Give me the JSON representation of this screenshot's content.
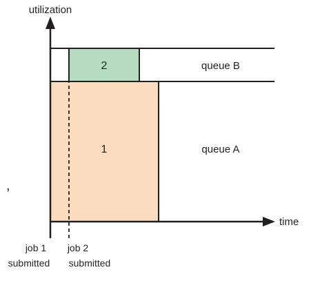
{
  "axes": {
    "y_label": "utilization",
    "x_label": "time"
  },
  "queues": {
    "b_label": "queue B",
    "a_label": "queue A"
  },
  "jobs": [
    {
      "label": "1",
      "color": "#fbdcbe"
    },
    {
      "label": "2",
      "color": "#b6dcbf"
    }
  ],
  "events": [
    {
      "line1": "job 1",
      "line2": "submitted"
    },
    {
      "line1": "job 2",
      "line2": "submitted"
    }
  ],
  "stray_mark": ",",
  "colors": {
    "line": "#231f20",
    "job1_fill": "#fbdcbe",
    "job2_fill": "#b6dcbf"
  }
}
